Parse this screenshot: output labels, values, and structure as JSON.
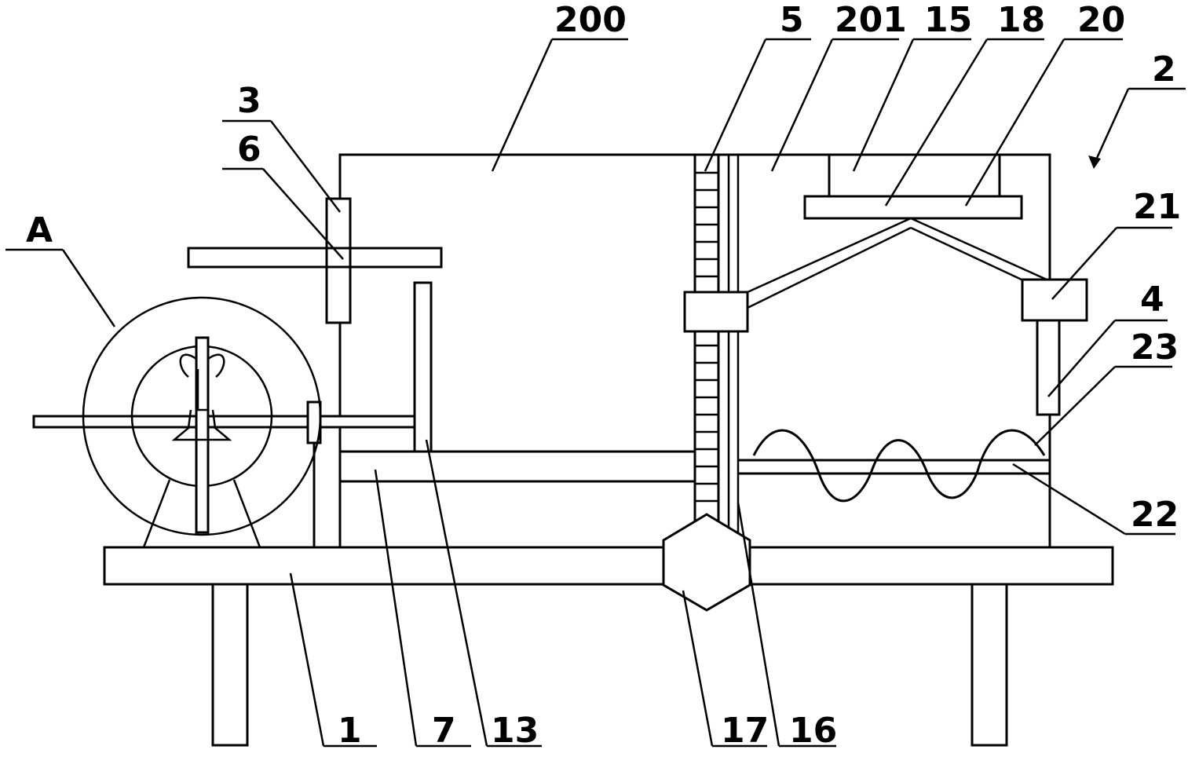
{
  "labels": {
    "l200": "200",
    "l5": "5",
    "l201": "201",
    "l15": "15",
    "l18": "18",
    "l20": "20",
    "l2": "2",
    "l3": "3",
    "l6": "6",
    "lA": "A",
    "l21": "21",
    "l4": "4",
    "l23": "23",
    "l22": "22",
    "l1": "1",
    "l7": "7",
    "l13": "13",
    "l17": "17",
    "l16": "16"
  }
}
